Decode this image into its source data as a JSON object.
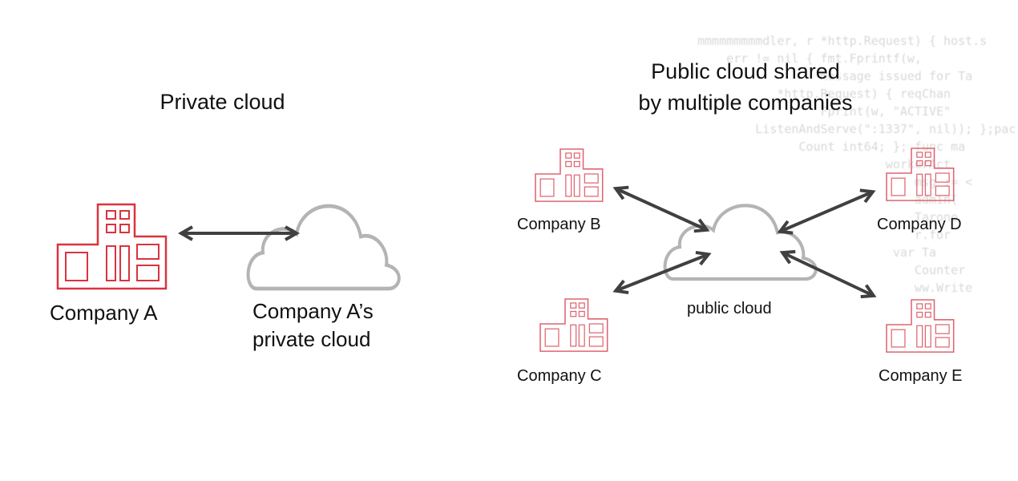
{
  "background_code": [
    "mmmmmmmmmdler, r *http.Request) { host.s",
    "    err != nil { fmt.Fprintf(w,",
    "                 message issued for Ta",
    "           *http.Request) { reqChan",
    "                 Fprint(w, \"ACTIVE\"",
    "        ListenAndServe(\":1337\", nil)); };pac",
    "              Count int64; }; func ma",
    "                          workerAct",
    "                              msg := <",
    "                              admin(",
    "                              Tarone",
    "                              r.for",
    "                           var Ta",
    "                              Counter",
    "                              ww.Write"
  ],
  "private": {
    "title": "Private cloud",
    "company": "Company A",
    "cloud_label_line1": "Company A’s",
    "cloud_label_line2": "private cloud"
  },
  "public": {
    "title_line1": "Public cloud shared",
    "title_line2": "by multiple companies",
    "cloud_label": "public cloud",
    "companies": [
      "Company B",
      "Company C",
      "Company D",
      "Company E"
    ]
  },
  "colors": {
    "building": "#d9343f",
    "building_light": "#e06470",
    "cloud": "#b4b4b4",
    "arrow": "#404040"
  }
}
